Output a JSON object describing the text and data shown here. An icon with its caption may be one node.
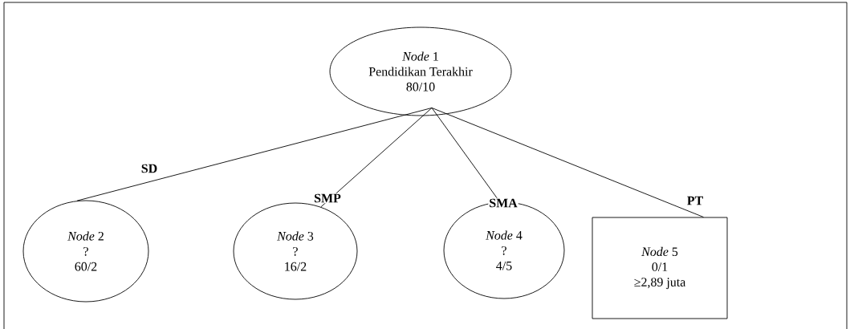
{
  "diagram": {
    "nodes": [
      {
        "text": [
          "*Node* 1",
          "Pendidikan Terakhir",
          "80/10"
        ]
      },
      {
        "text": [
          "*Node* 2",
          "?",
          "60/2"
        ]
      },
      {
        "text": [
          "*Node* 3",
          "?",
          "16/2"
        ]
      },
      {
        "text": [
          "*Node* 4",
          "?",
          "4/5"
        ]
      },
      {
        "text": [
          "*Node* 5",
          "0/1",
          "≥2,89 juta"
        ]
      }
    ],
    "edges": [
      {
        "from": 0,
        "to": 1,
        "arrow": "none",
        "label": "SD"
      },
      {
        "from": 0,
        "to": 2,
        "arrow": "none",
        "label": "SMP"
      },
      {
        "from": 0,
        "to": 3,
        "arrow": "none",
        "label": "SMA"
      },
      {
        "from": 0,
        "to": 4,
        "arrow": "none",
        "label": "PT"
      }
    ]
  }
}
